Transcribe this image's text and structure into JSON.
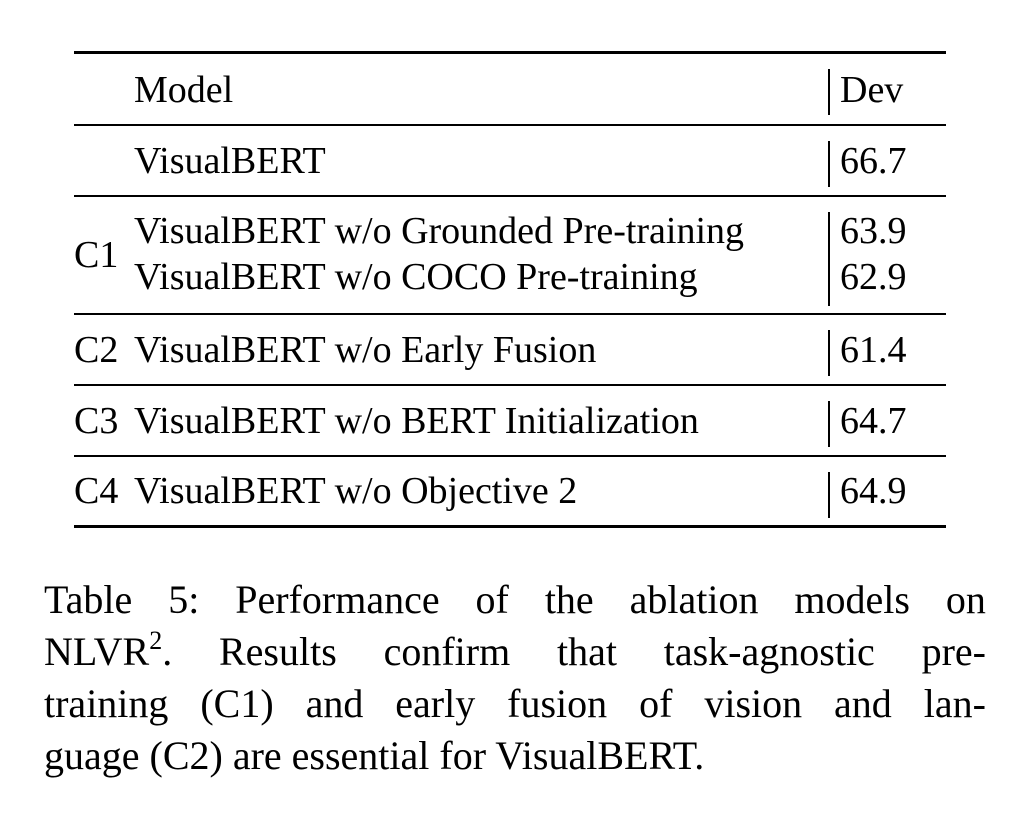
{
  "table": {
    "header": {
      "model": "Model",
      "dev": "Dev"
    },
    "rows": [
      {
        "group": "",
        "model": "VisualBERT",
        "dev": "66.7"
      },
      {
        "group": "C1",
        "model": "VisualBERT w/o Grounded Pre-training",
        "dev": "63.9"
      },
      {
        "group": "",
        "model": "VisualBERT w/o COCO Pre-training",
        "dev": "62.9"
      },
      {
        "group": "C2",
        "model": "VisualBERT w/o Early Fusion",
        "dev": "61.4"
      },
      {
        "group": "C3",
        "model": "VisualBERT w/o BERT Initialization",
        "dev": "64.7"
      },
      {
        "group": "C4",
        "model": "VisualBERT w/o Objective 2",
        "dev": "64.9"
      }
    ]
  },
  "caption": {
    "line1": [
      "Table",
      "5:",
      "Performance",
      "of",
      "the",
      "ablation",
      "models",
      "on"
    ],
    "line2_prefix": "NLVR",
    "line2_sup": "2",
    "line2_rest": [
      ".",
      "Results",
      "confirm",
      "that",
      "task-agnostic",
      "pre-"
    ],
    "line3": [
      "training",
      "(C1)",
      "and",
      "early",
      "fusion",
      "of",
      "vision",
      "and",
      "lan-"
    ],
    "line4": "guage (C2) are essential for VisualBERT."
  }
}
